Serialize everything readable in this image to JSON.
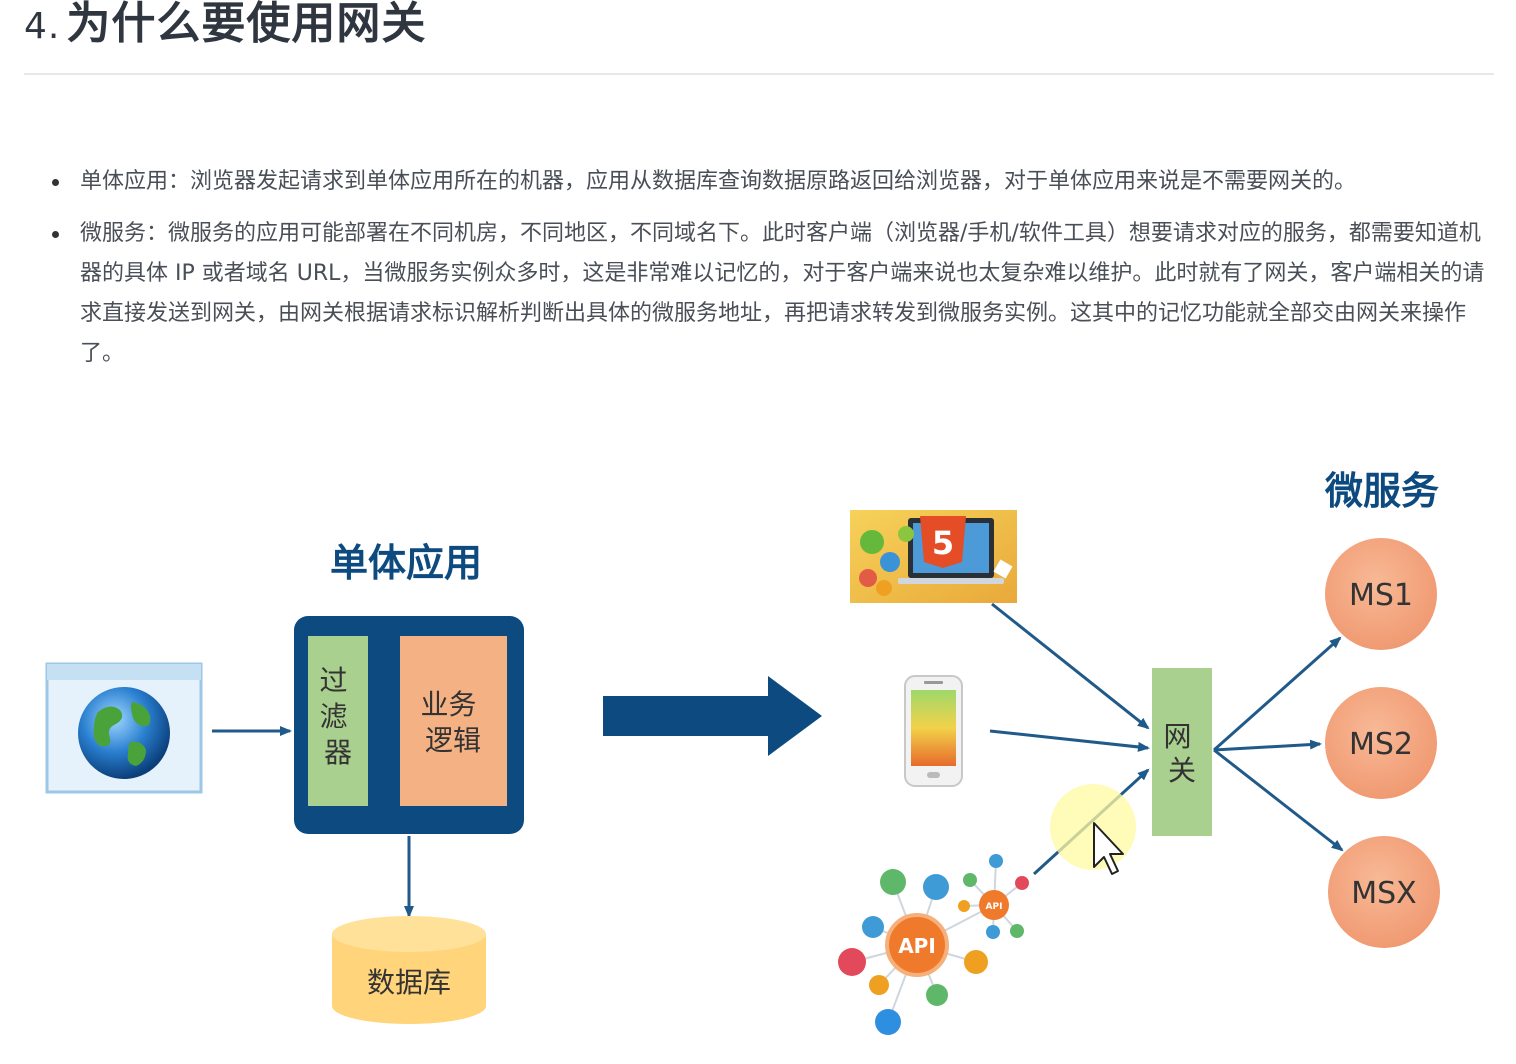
{
  "heading": {
    "number": "4.",
    "text": "为什么要使用网关"
  },
  "bullets": [
    "单体应用：浏览器发起请求到单体应用所在的机器，应用从数据库查询数据原路返回给浏览器，对于单体应用来说是不需要网关的。",
    "微服务：微服务的应用可能部署在不同机房，不同地区，不同域名下。此时客户端（浏览器/手机/软件工具）想要请求对应的服务，都需要知道机器的具体 IP 或者域名 URL，当微服务实例众多时，这是非常难以记忆的，对于客户端来说也太复杂难以维护。此时就有了网关，客户端相关的请求直接发送到网关，由网关根据请求标识解析判断出具体的微服务地址，再把请求转发到微服务实例。这其中的记忆功能就全部交由网关来操作了。"
  ],
  "diagram": {
    "monolith_title": "单体应用",
    "filter_chars": [
      "过",
      "滤",
      "器"
    ],
    "business_lines": [
      "业务",
      "逻辑"
    ],
    "database_label": "数据库",
    "microservice_title": "微服务",
    "gateway_chars": [
      "网",
      "关"
    ],
    "html5_badge": "5",
    "api_label": "API",
    "api_small_label": "API",
    "services": [
      "MS1",
      "MS2",
      "MSX"
    ],
    "colors": {
      "navy": "#0c4a7f",
      "filter_green": "#a9d08e",
      "business_orange": "#f4b183",
      "database_yellow": "#ffd47a",
      "gateway_green": "#a9d08e",
      "service_orange": "#f4a07c",
      "arrow_blue": "#1f5a8a"
    }
  }
}
